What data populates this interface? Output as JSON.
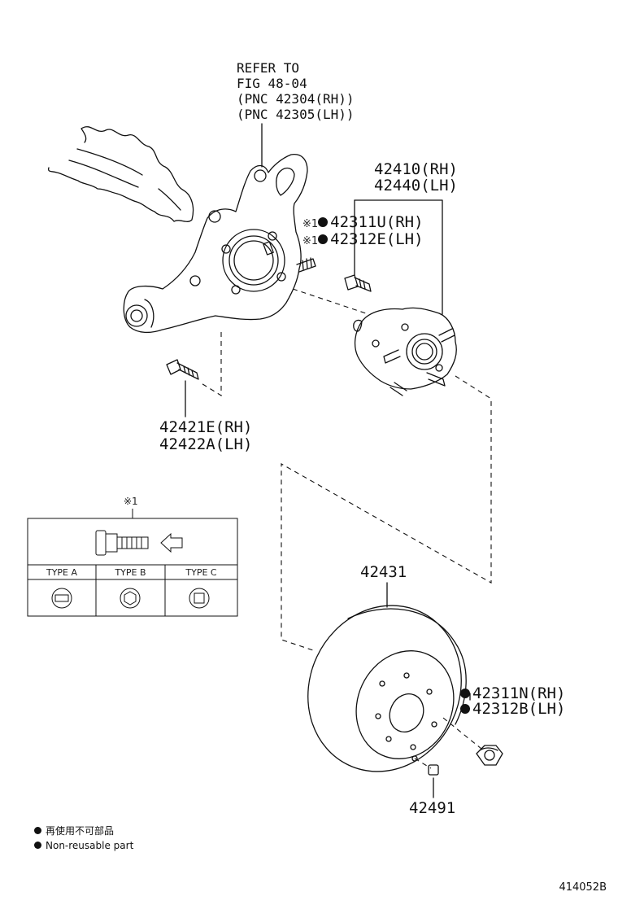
{
  "labels": {
    "refer": [
      "REFER TO",
      "FIG 48-04",
      "(PNC 42304(RH))",
      "(PNC 42305(LH))"
    ],
    "hub": [
      "42410(RH)",
      "42440(LH)"
    ],
    "hub_bolt": {
      "mark": "※1",
      "lines": [
        "42311U(RH)",
        "42312E(LH)"
      ]
    },
    "knuckle_bolt": [
      "42421E(RH)",
      "42422A(LH)"
    ],
    "disc": "42431",
    "nut": [
      "42311N(RH)",
      "42312B(LH)"
    ],
    "screw": "42491"
  },
  "inset": {
    "mark": "※1",
    "types": [
      "TYPE A",
      "TYPE B",
      "TYPE C"
    ]
  },
  "legend": {
    "jp": "再使用不可部品",
    "en": "Non-reusable part"
  },
  "figure_code": "414052B"
}
